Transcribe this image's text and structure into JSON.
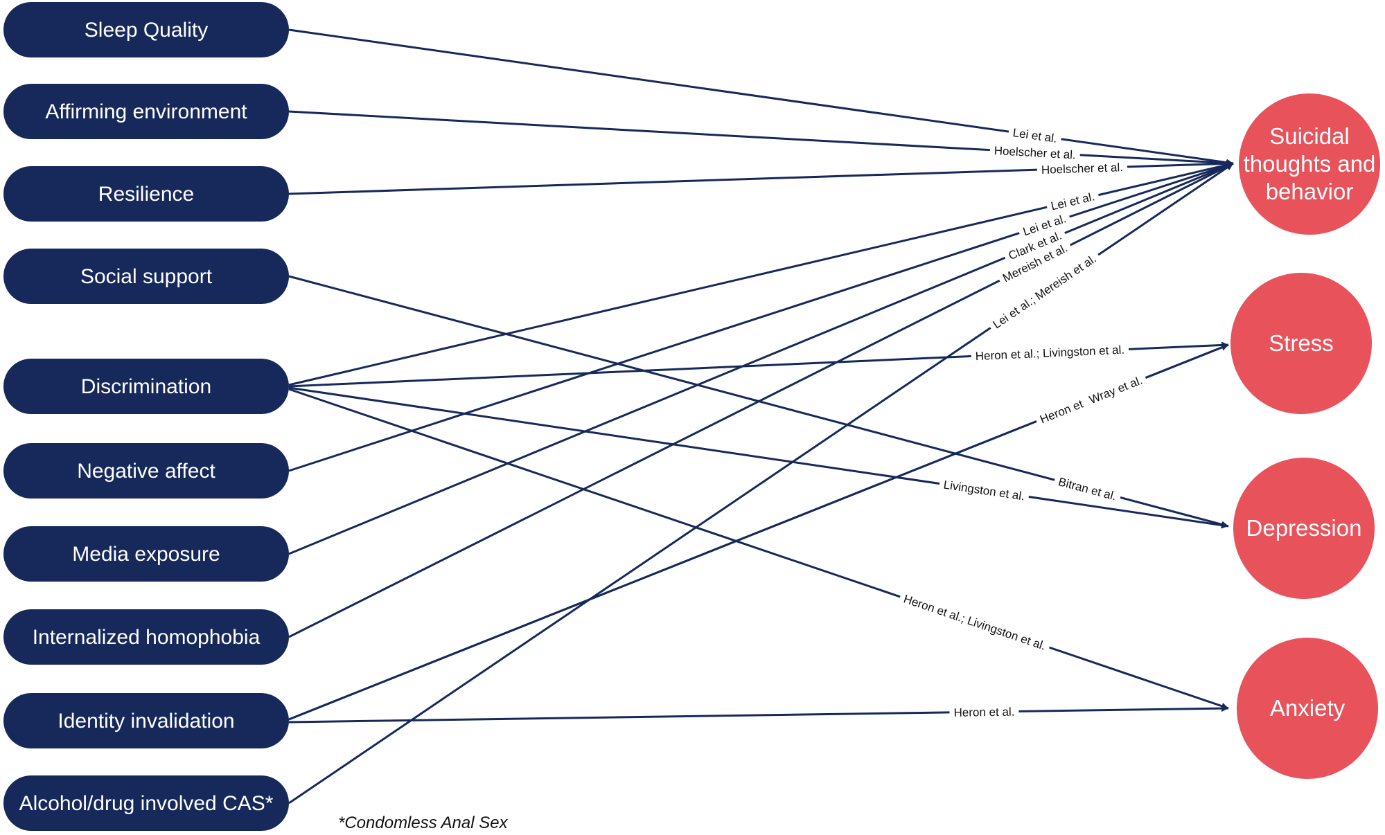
{
  "colors": {
    "factor_fill": "#16295a",
    "outcome_fill": "#e8525b",
    "edge": "#16295a"
  },
  "factors": [
    {
      "id": "sleep-quality",
      "label": "Sleep Quality"
    },
    {
      "id": "affirming-environment",
      "label": "Affirming environment"
    },
    {
      "id": "resilience",
      "label": "Resilience"
    },
    {
      "id": "social-support",
      "label": "Social support"
    },
    {
      "id": "discrimination",
      "label": "Discrimination"
    },
    {
      "id": "negative-affect",
      "label": "Negative affect"
    },
    {
      "id": "media-exposure",
      "label": "Media exposure"
    },
    {
      "id": "internalized-homophobia",
      "label": "Internalized homophobia"
    },
    {
      "id": "identity-invalidation",
      "label": "Identity invalidation"
    },
    {
      "id": "alcohol-drug-cas",
      "label": "Alcohol/drug involved CAS*"
    }
  ],
  "outcomes": [
    {
      "id": "suicidal",
      "lines": [
        "Suicidal",
        "thoughts and",
        "behavior"
      ]
    },
    {
      "id": "stress",
      "lines": [
        "Stress"
      ]
    },
    {
      "id": "depression",
      "lines": [
        "Depression"
      ]
    },
    {
      "id": "anxiety",
      "lines": [
        "Anxiety"
      ]
    }
  ],
  "edges": [
    {
      "from": "sleep-quality",
      "to": "suicidal",
      "label": "Lei et al."
    },
    {
      "from": "affirming-environment",
      "to": "suicidal",
      "label": "Hoelscher et al."
    },
    {
      "from": "resilience",
      "to": "suicidal",
      "label": "Hoelscher et al."
    },
    {
      "from": "discrimination",
      "to": "suicidal",
      "label": "Lei et al."
    },
    {
      "from": "negative-affect",
      "to": "suicidal",
      "label": "Lei et al."
    },
    {
      "from": "media-exposure",
      "to": "suicidal",
      "label": "Clark et al."
    },
    {
      "from": "internalized-homophobia",
      "to": "suicidal",
      "label": "Mereish et al."
    },
    {
      "from": "alcohol-drug-cas",
      "to": "suicidal",
      "label": "Lei et al.; Mereish et al."
    },
    {
      "from": "discrimination",
      "to": "stress",
      "label": "Heron et al.; Livingston et al."
    },
    {
      "from": "identity-invalidation",
      "to": "stress",
      "label": "Heron et al."
    },
    {
      "from": "identity-invalidation",
      "to": "stress",
      "label": "Wray et al."
    },
    {
      "from": "social-support",
      "to": "depression",
      "label": "Bitran et al."
    },
    {
      "from": "discrimination",
      "to": "depression",
      "label": "Livingston et al."
    },
    {
      "from": "discrimination",
      "to": "anxiety",
      "label": "Heron et al.; Livingston et al."
    },
    {
      "from": "identity-invalidation",
      "to": "anxiety",
      "label": "Heron et al."
    }
  ],
  "footnote": "*Condomless Anal Sex"
}
